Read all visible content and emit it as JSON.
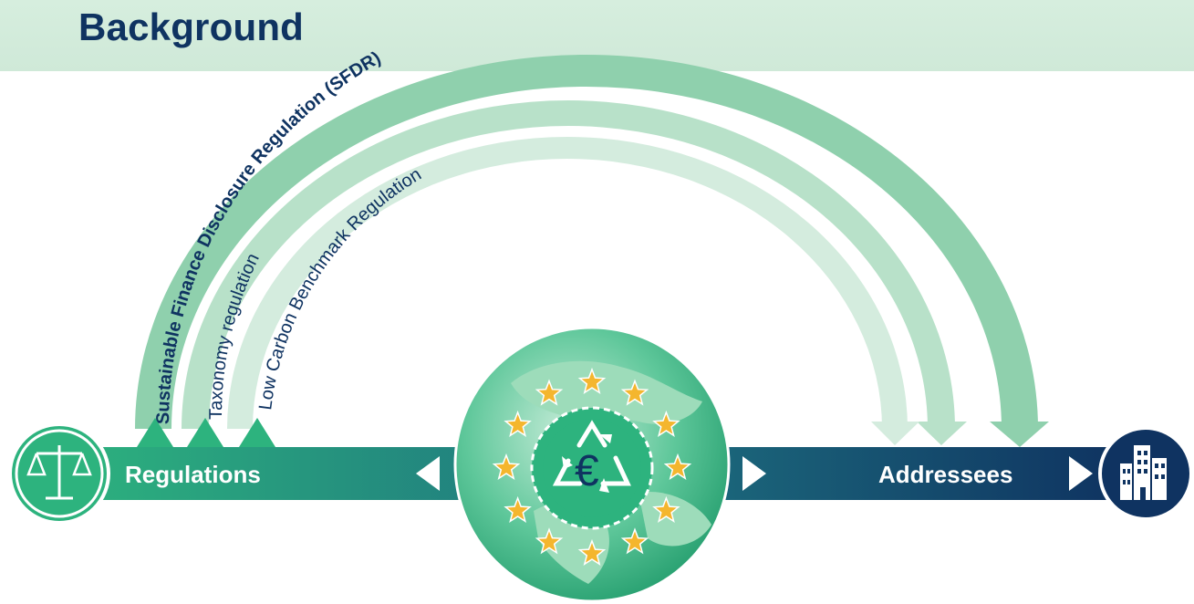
{
  "header": {
    "title": "Background"
  },
  "arcs": [
    {
      "label": "Sustainable Finance Disclosure Regulation (SFDR)",
      "color": "#8fd0ad",
      "emphasis": "bold"
    },
    {
      "label": "Taxonomy regulation",
      "color": "#b8e1c9",
      "emphasis": "normal"
    },
    {
      "label": "Low Carbon Benchmark Regulation",
      "color": "#d4ecde",
      "emphasis": "normal"
    }
  ],
  "flow": {
    "left_label": "Regulations",
    "right_label": "Addressees",
    "left_icon": "scales-of-justice-icon",
    "right_icon": "office-building-icon",
    "center_icon": "globe-euro-recycle-icon",
    "bar_color": "#2db37e",
    "navy": "#0f3361"
  }
}
